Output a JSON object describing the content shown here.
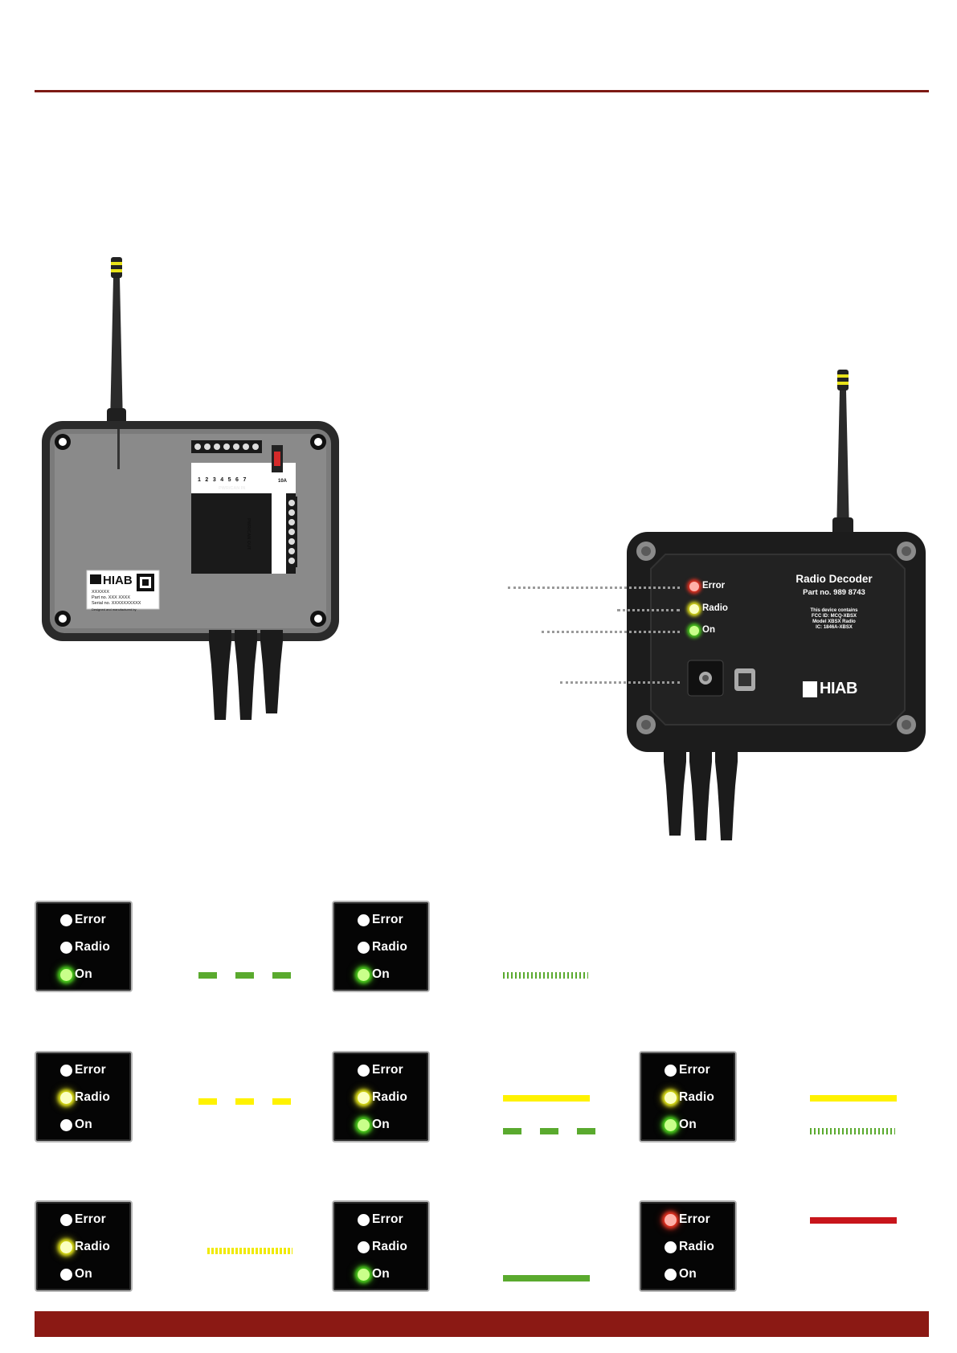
{
  "device_front": {
    "title": "Radio Decoder",
    "part_no": "Part no. 989 8743",
    "cert_lines": [
      "This device contains",
      "FCC ID: MCQ-XBSX",
      "Model XBSX Radio",
      "IC: 1846A-XBSX"
    ],
    "led_labels": [
      "Error",
      "Radio",
      "On"
    ],
    "brand": "HIAB"
  },
  "device_open": {
    "brand": "HIAB",
    "label_lines": [
      "XXXXXX",
      "Part no. XXX XXXX",
      "Serial no. XXXXXXXXXX",
      "Designed and manufactured by"
    ],
    "fuse_label": "10A",
    "terminal_in_label": "PWR/CAN IN",
    "terminal_out_label": "PWR/CAN OUT",
    "terminal_numbers": [
      "1",
      "2",
      "3",
      "4",
      "5",
      "6",
      "7"
    ]
  },
  "led_labels": {
    "error": "Error",
    "radio": "Radio",
    "on": "On"
  },
  "status_panels": [
    {
      "id": "p1",
      "error": "off",
      "radio": "off",
      "on": "green",
      "patterns": [
        {
          "kind": "dashes",
          "color": "green"
        }
      ]
    },
    {
      "id": "p2",
      "error": "off",
      "radio": "off",
      "on": "green",
      "patterns": [
        {
          "kind": "ticks",
          "color": "green"
        }
      ]
    },
    {
      "id": "p3",
      "error": "off",
      "radio": "yellow",
      "on": "off",
      "patterns": [
        {
          "kind": "dashes",
          "color": "yellow"
        }
      ]
    },
    {
      "id": "p4",
      "error": "off",
      "radio": "yellow",
      "on": "green",
      "patterns": [
        {
          "kind": "solid",
          "color": "yellow"
        },
        {
          "kind": "dashes",
          "color": "green"
        }
      ]
    },
    {
      "id": "p5",
      "error": "off",
      "radio": "yellow",
      "on": "green",
      "patterns": [
        {
          "kind": "solid",
          "color": "yellow"
        },
        {
          "kind": "ticks",
          "color": "green"
        }
      ]
    },
    {
      "id": "p6",
      "error": "off",
      "radio": "yellow",
      "on": "off",
      "patterns": [
        {
          "kind": "ticks",
          "color": "yellow"
        }
      ]
    },
    {
      "id": "p7",
      "error": "off",
      "radio": "off",
      "on": "green",
      "patterns": [
        {
          "kind": "solid",
          "color": "green"
        }
      ]
    },
    {
      "id": "p8",
      "error": "red",
      "radio": "off",
      "on": "off",
      "patterns": [
        {
          "kind": "solid",
          "color": "red"
        }
      ]
    }
  ],
  "colors": {
    "accent": "#8b1914",
    "green": "#5aaa2e",
    "yellow": "#fff200",
    "red": "#c8151b"
  }
}
